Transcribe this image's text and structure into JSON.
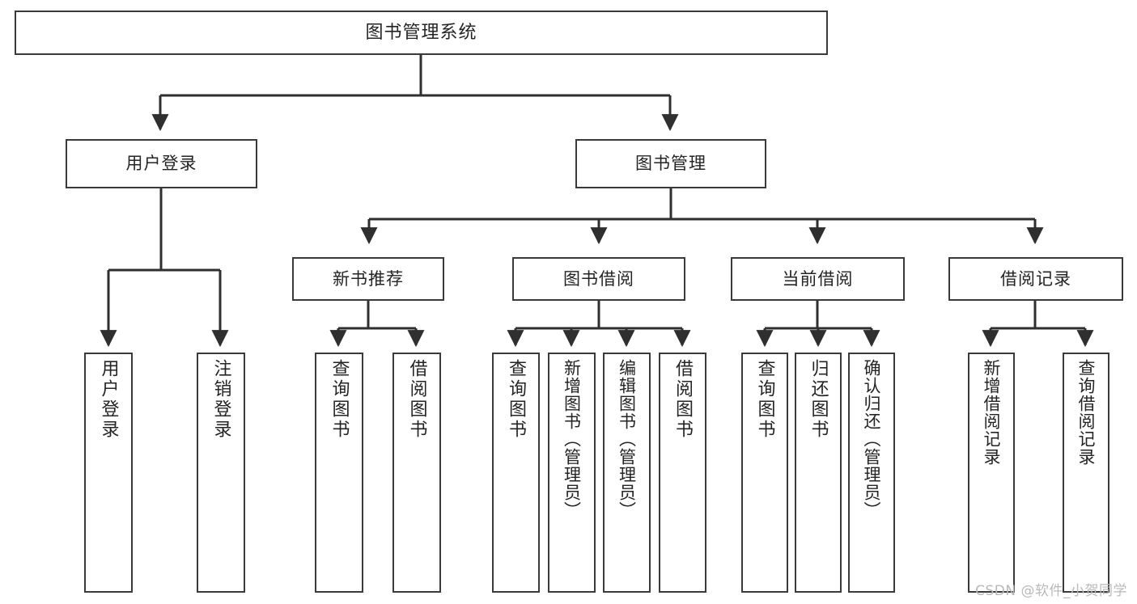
{
  "diagram": {
    "title": "图书管理系统",
    "type": "tree-hierarchy-diagram",
    "colors": {
      "box_border": "#3a3a3a",
      "box_fill": "#ffffff",
      "connector": "#2f2f2f",
      "text": "#242424",
      "watermark": "#b9b9b9"
    },
    "root": {
      "label": "图书管理系统"
    },
    "level1": [
      {
        "label": "用户登录"
      },
      {
        "label": "图书管理"
      }
    ],
    "level2": [
      {
        "label": "新书推荐"
      },
      {
        "label": "图书借阅"
      },
      {
        "label": "当前借阅"
      },
      {
        "label": "借阅记录"
      }
    ],
    "leaves": {
      "user_login": [
        {
          "label": "用户登录"
        },
        {
          "label": "注销登录"
        }
      ],
      "new_book_recommend": [
        {
          "label": "查询图书"
        },
        {
          "label": "借阅图书"
        }
      ],
      "book_borrow": [
        {
          "label": "查询图书"
        },
        {
          "label": "新增图书（管理员）"
        },
        {
          "label": "编辑图书（管理员）"
        },
        {
          "label": "借阅图书"
        }
      ],
      "current_borrow": [
        {
          "label": "查询图书"
        },
        {
          "label": "归还图书"
        },
        {
          "label": "确认归还（管理员）"
        }
      ],
      "borrow_record": [
        {
          "label": "新增借阅记录"
        },
        {
          "label": "查询借阅记录"
        }
      ]
    }
  },
  "watermark": {
    "text": "CSDN @软件_小贺同学"
  }
}
